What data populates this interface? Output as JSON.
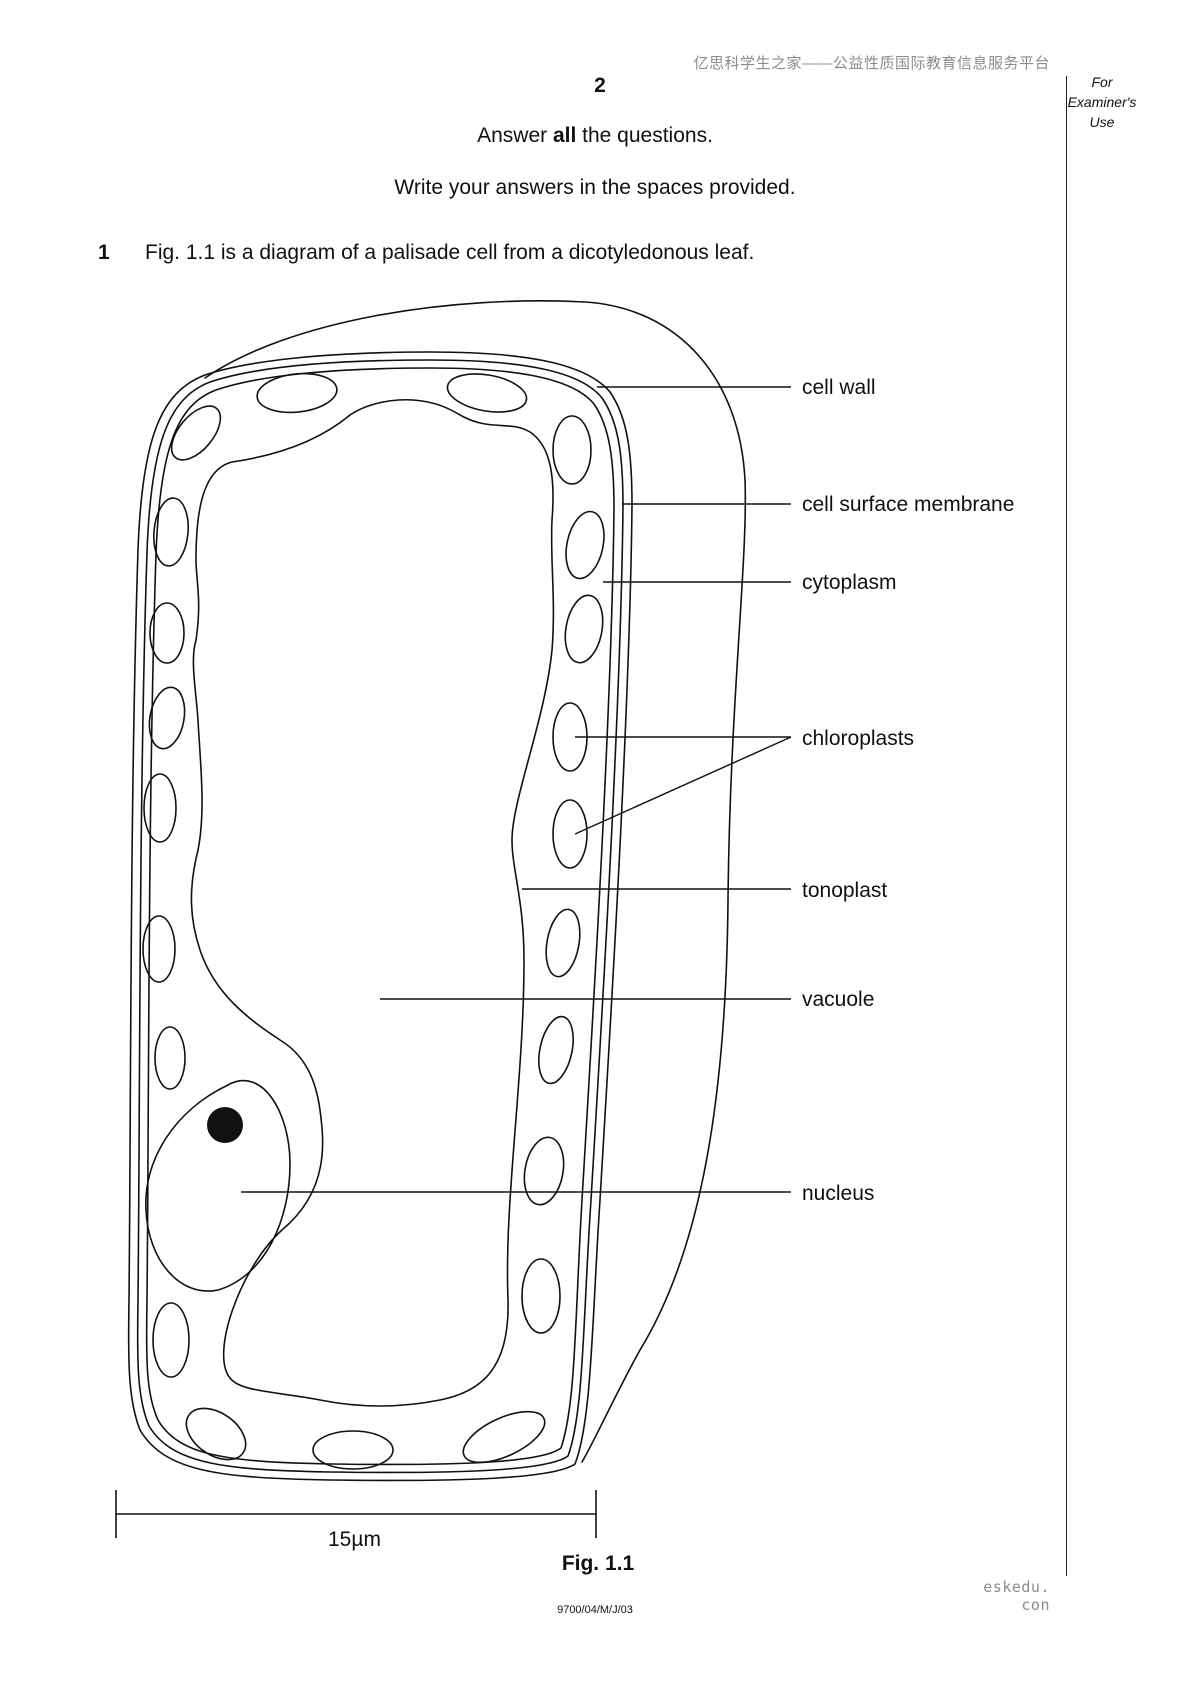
{
  "watermark_top": "亿思科学生之家——公益性质国际教育信息服务平台",
  "page_number": "2",
  "examiner_margin": [
    "For",
    "Examiner's",
    "Use"
  ],
  "instructions": {
    "line1_pre": "Answer ",
    "line1_bold": "all",
    "line1_post": " the questions.",
    "line2": "Write your answers in the spaces provided."
  },
  "question": {
    "number": "1",
    "text": "Fig. 1.1 is a diagram of a palisade cell from a dicotyledonous leaf."
  },
  "diagram": {
    "labels": {
      "cell_wall": "cell wall",
      "cell_surface_membrane": "cell surface membrane",
      "cytoplasm": "cytoplasm",
      "chloroplasts": "chloroplasts",
      "tonoplast": "tonoplast",
      "vacuole": "vacuole",
      "nucleus": "nucleus"
    },
    "scale_bar": "15µm"
  },
  "figure_caption": "Fig. 1.1",
  "footer_code": "9700/04/M/J/03",
  "watermark_bottom": "eskedu. con"
}
